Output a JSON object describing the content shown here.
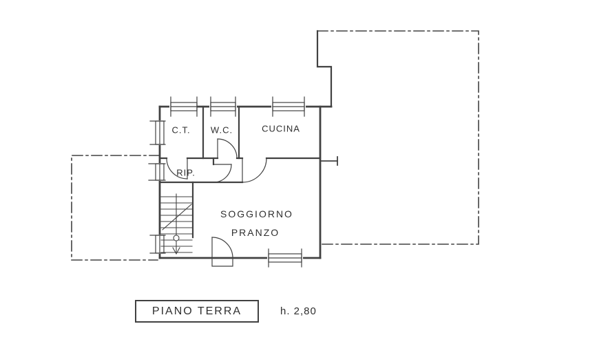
{
  "plan": {
    "floor_label": "PIANO TERRA",
    "ceiling_height": "h. 2,80"
  },
  "rooms": {
    "ct": {
      "label": "C.T."
    },
    "wc": {
      "label": "W.C."
    },
    "cucina": {
      "label": "CUCINA"
    },
    "rip": {
      "label": "RIP."
    },
    "soggiorno": {
      "label_line1": "SOGGIORNO",
      "label_line2": "PRANZO"
    }
  },
  "colors": {
    "line": "#414141",
    "text": "#2f2f2f",
    "background": "#ffffff"
  }
}
